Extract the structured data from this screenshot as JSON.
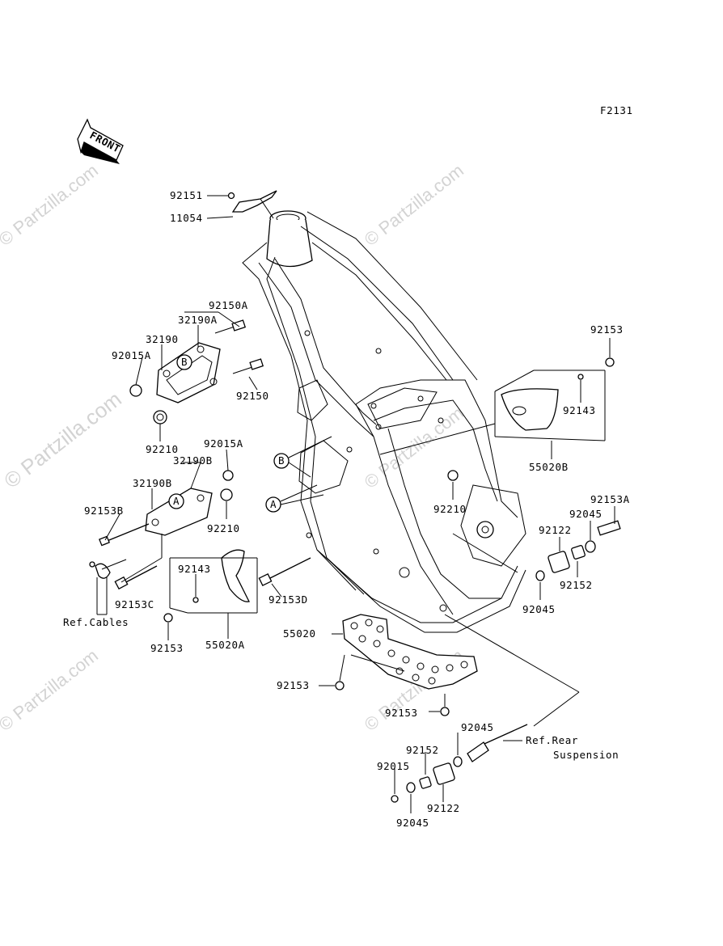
{
  "diagram": {
    "code": "F2131",
    "front_label": "FRONT",
    "watermark": "© Partzilla.com",
    "callouts": {
      "A": "A",
      "B": "B"
    },
    "labels": {
      "p92151": "92151",
      "p11054": "11054",
      "p92150A": "92150A",
      "p32190A": "32190A",
      "p32190": "32190",
      "p92015A_top": "92015A",
      "p92150": "92150",
      "p92210_top": "92210",
      "p92015A_mid": "92015A",
      "p32190B_a": "32190B",
      "p32190B_b": "32190B",
      "p92153B": "92153B",
      "p92210_left": "92210",
      "p92143_left": "92143",
      "p92153C": "92153C",
      "p92153D": "92153D",
      "ref_cables": "Ref.Cables",
      "p92153_left": "92153",
      "p55020A": "55020A",
      "p92153_top": "92153",
      "p92143_right": "92143",
      "p55020B": "55020B",
      "p92210_right": "92210",
      "p92153A": "92153A",
      "p92045_a": "92045",
      "p92122_a": "92122",
      "p92152_a": "92152",
      "p92045_b": "92045",
      "p55020": "55020",
      "p92153_plate": "92153",
      "p92153_bottom": "92153",
      "p92045_c": "92045",
      "ref_rear": "Ref.Rear",
      "suspension": "Suspension",
      "p92152_b": "92152",
      "p92015": "92015",
      "p92122_b": "92122",
      "p92045_d": "92045"
    }
  }
}
